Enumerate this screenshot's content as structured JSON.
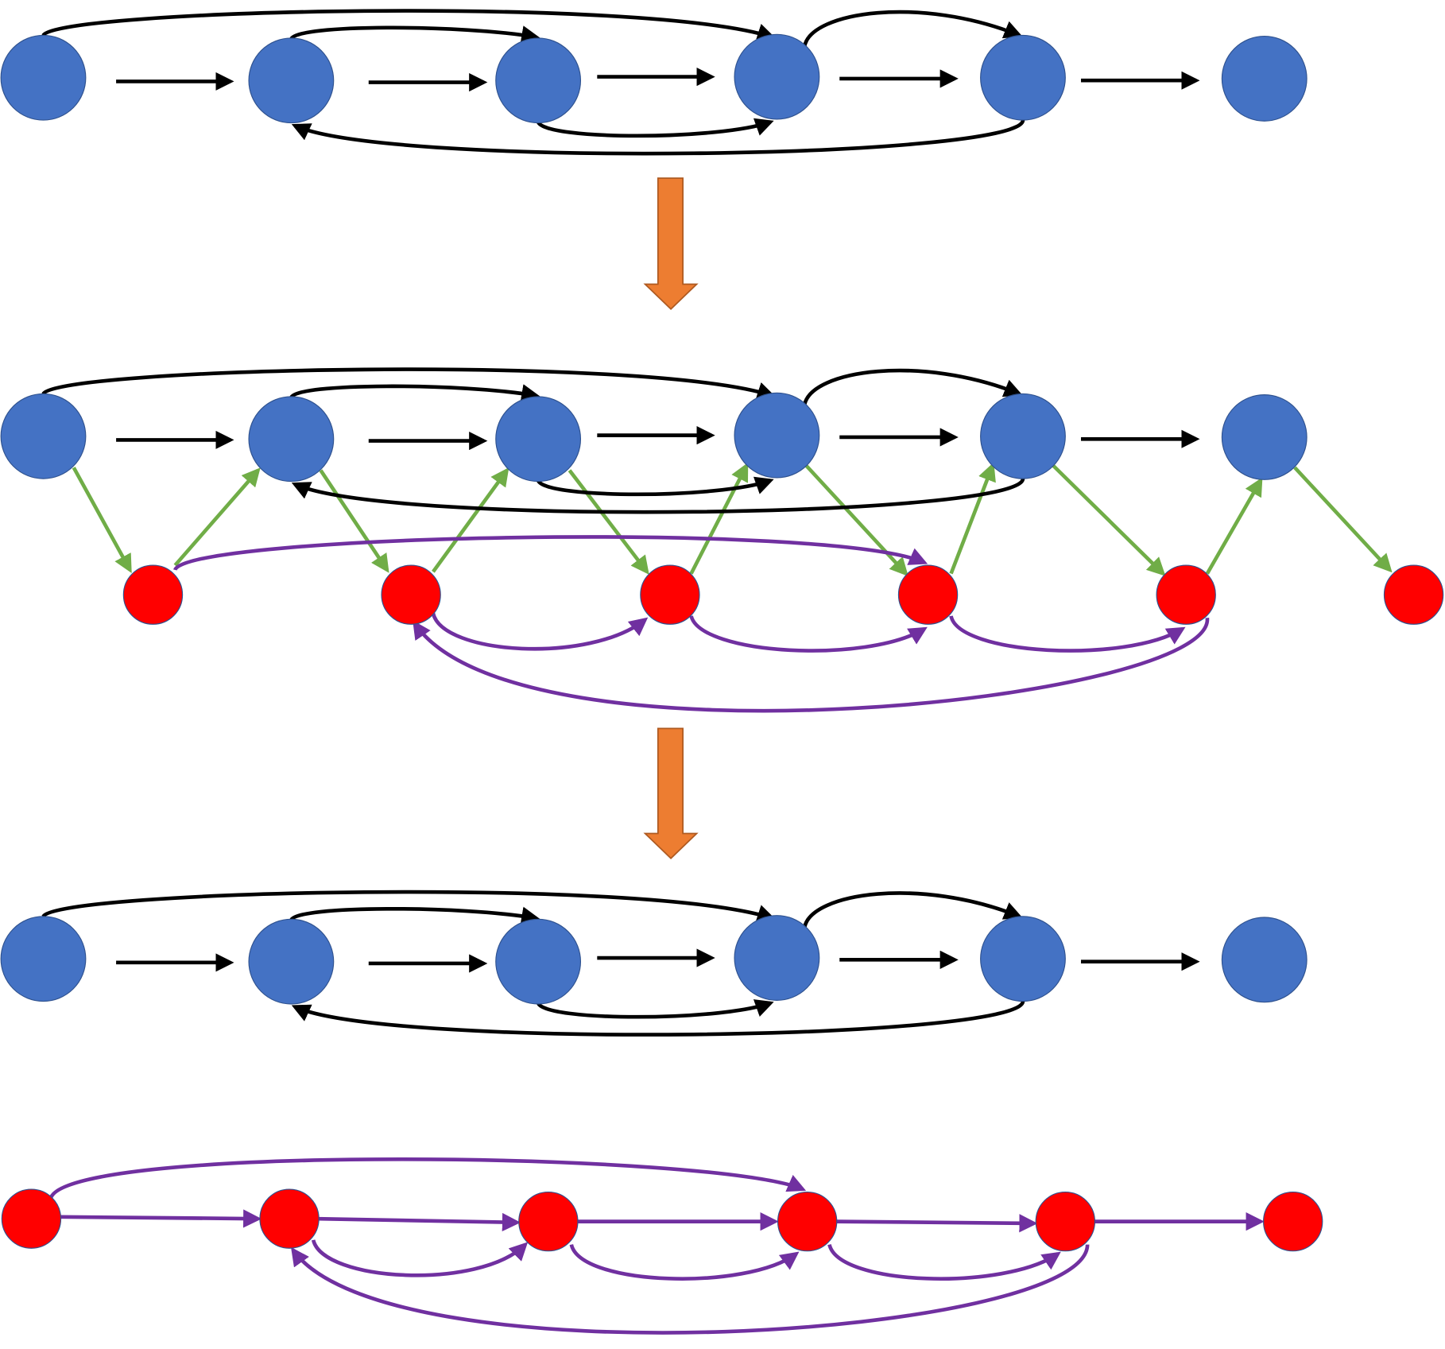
{
  "colors": {
    "blue_node": "#4472c4",
    "red_node": "#ff0000",
    "black_edge": "#000000",
    "green_edge": "#70ad47",
    "purple_edge": "#7030a0",
    "transform_arrow": "#ed7d31"
  },
  "graph": {
    "blue_nodes_per_row": 6,
    "red_nodes_per_row": 6,
    "stages": [
      "original-graph",
      "combined-graph",
      "split-graphs"
    ]
  }
}
